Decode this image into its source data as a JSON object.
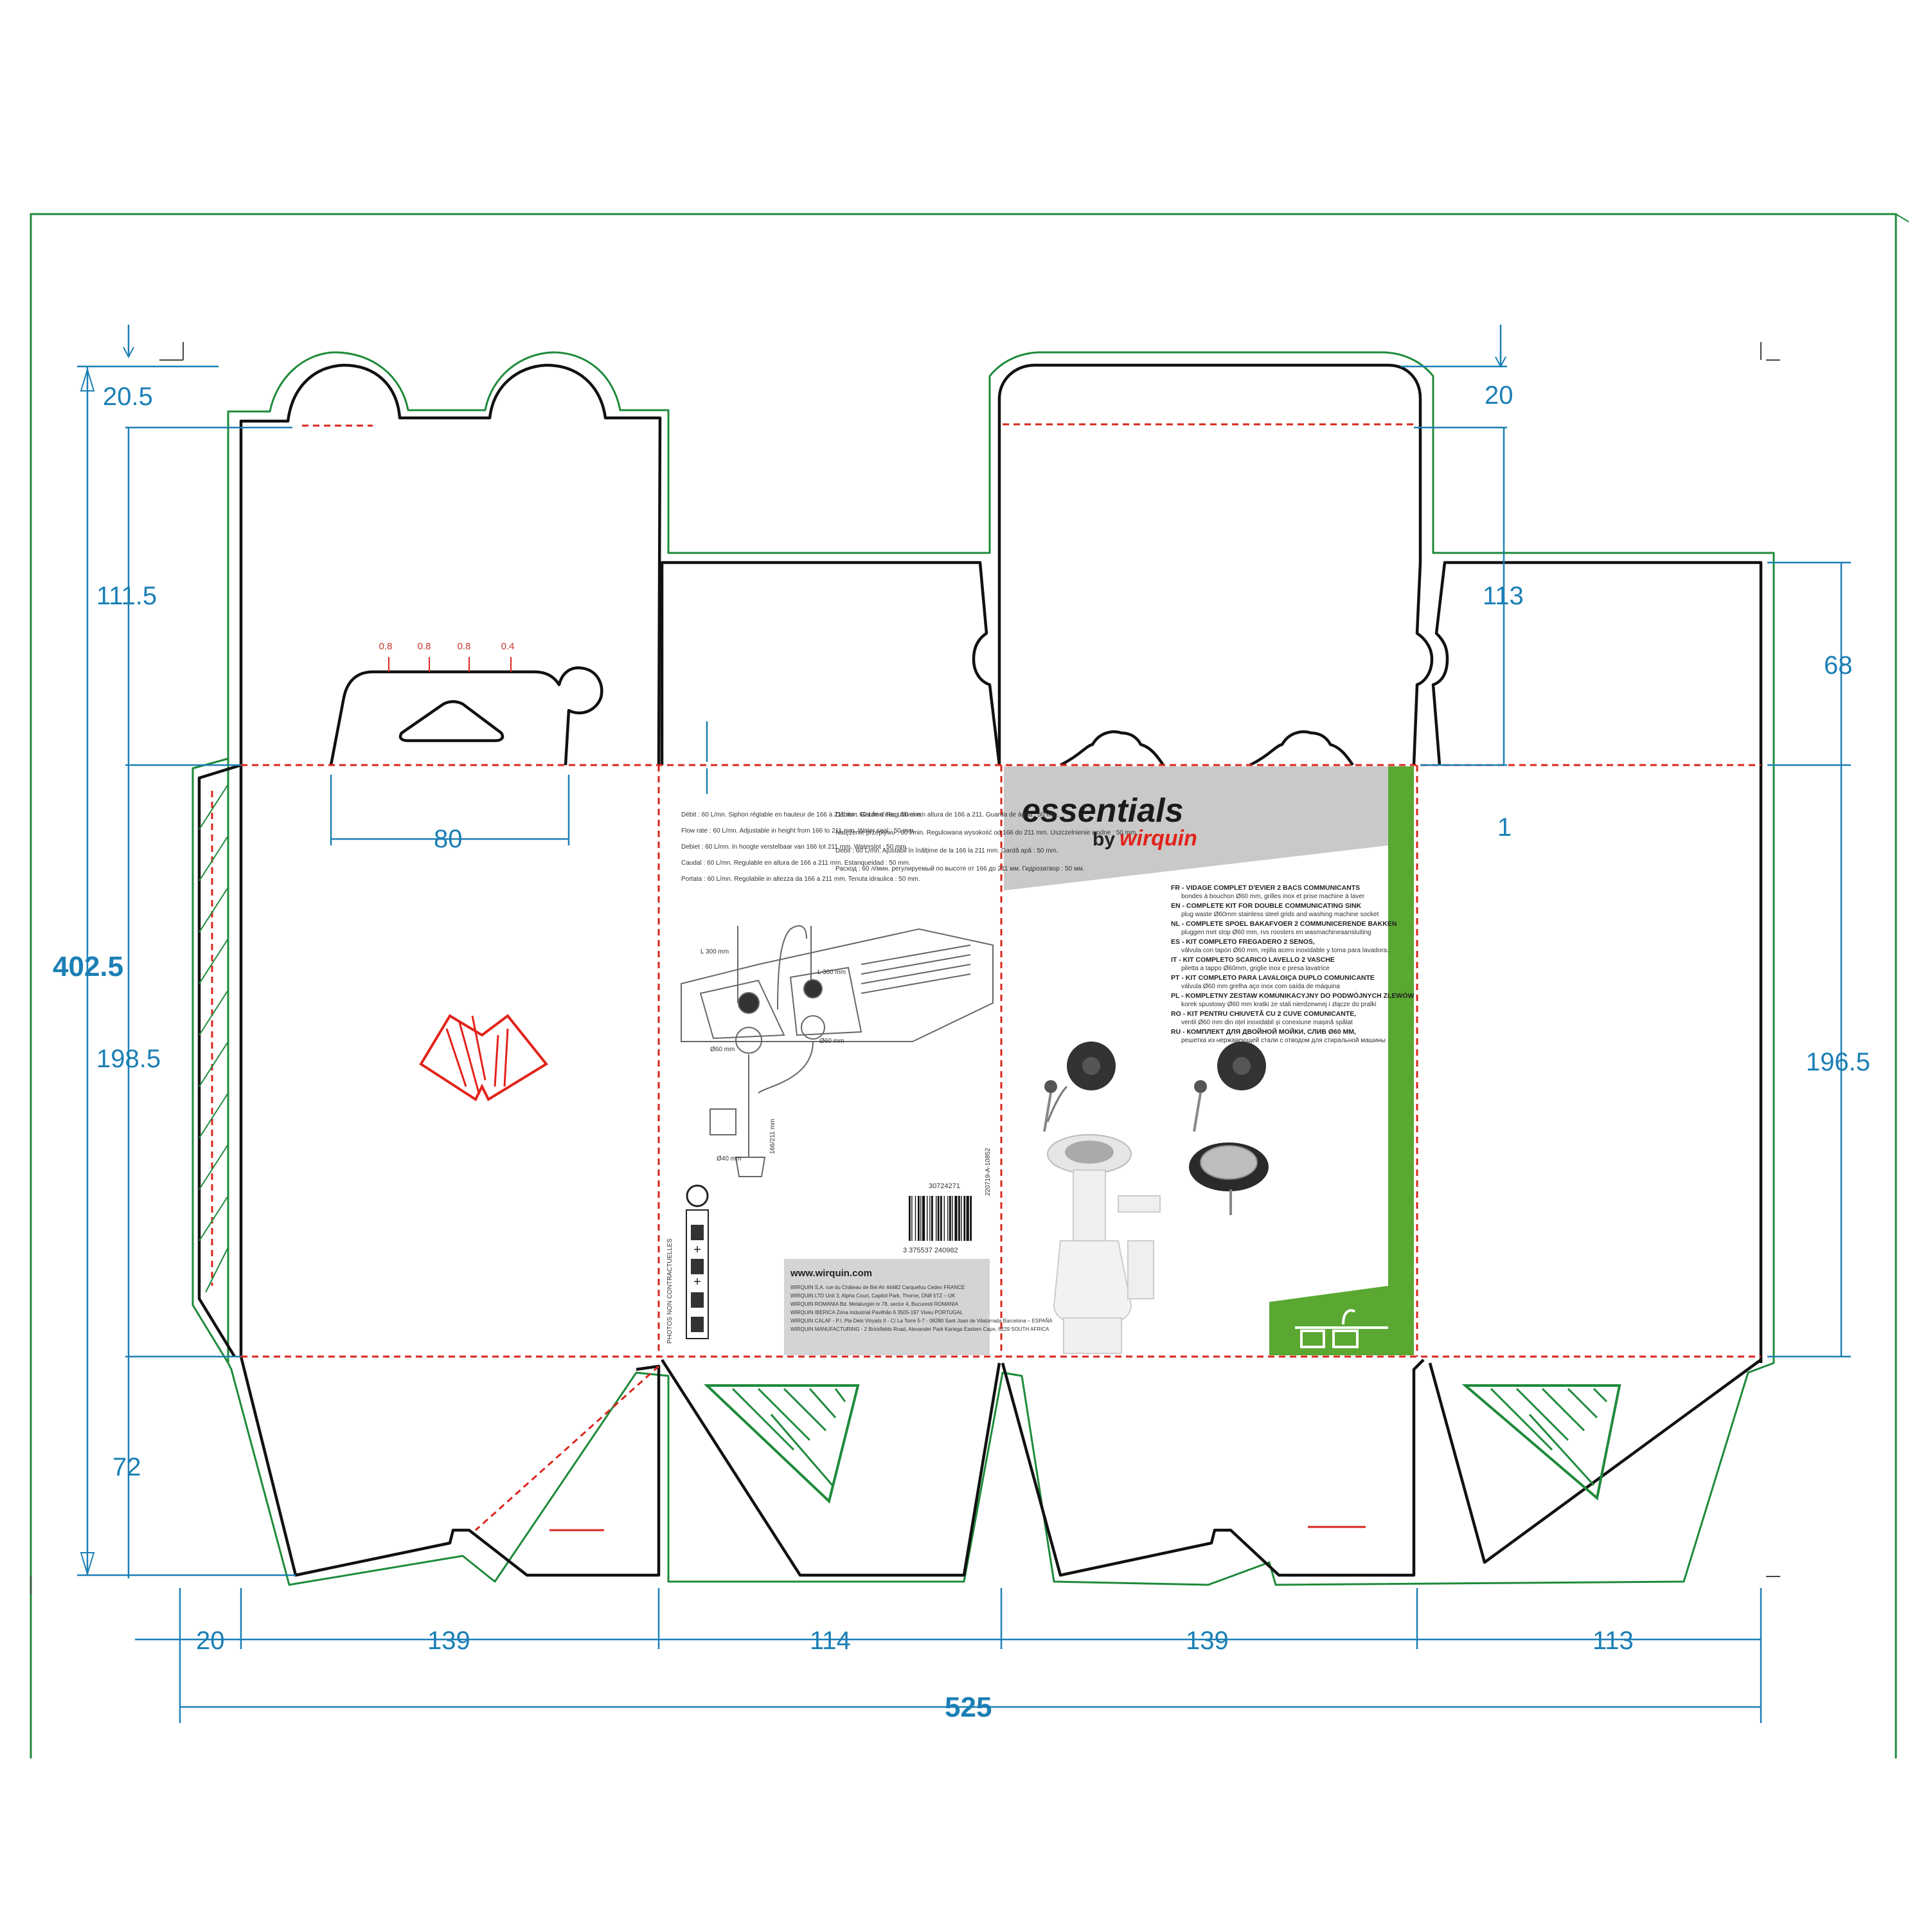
{
  "dimensions": {
    "total_height": "402.5",
    "top_tab_left": "20.5",
    "top_flap_left": "111.5",
    "front_height_left": "198.5",
    "bottom_flap_left": "72",
    "top_tab_right": "20",
    "top_flap_right": "113",
    "right_gap": "1",
    "right_flap": "68",
    "right_height": "196.5",
    "hang_tab_width": "80",
    "glue_flap": "20",
    "panel_1": "139",
    "panel_2": "114",
    "panel_3": "139",
    "panel_4": "113",
    "total_width": "525"
  },
  "hang_tab_ticks": [
    "0.8",
    "0.8",
    "0.8",
    "0.4"
  ],
  "brand": {
    "name": "essentials",
    "by": "by",
    "maker": "wirquin"
  },
  "front_descriptions": [
    {
      "code": "FR",
      "title": "FR - VIDAGE COMPLET D'EVIER 2 BACS COMMUNICANTS",
      "detail": "bondes à bouchon Ø60 mm, grilles inox et prise machine à laver"
    },
    {
      "code": "EN",
      "title": "EN - COMPLETE KIT FOR DOUBLE COMMUNICATING SINK",
      "detail": "plug waste Ø60mm stainless steel grids and washing machine socket"
    },
    {
      "code": "NL",
      "title": "NL - COMPLETE SPOEL BAKAFVOER 2 COMMUNICERENDE BAKKEN",
      "detail": "pluggen met stop Ø60 mm, rvs roosters en wasmachineaansluiting"
    },
    {
      "code": "ES",
      "title": "ES - KIT COMPLETO FREGADERO 2 SENOS,",
      "detail": "válvula con tapón Ø60 mm, rejilla acero inoxidable y toma para lavadora."
    },
    {
      "code": "IT",
      "title": "IT - KIT COMPLETO SCARICO LAVELLO 2 VASCHE",
      "detail": "piletta a tappo Ø60mm, griglie inox e presa lavatrice"
    },
    {
      "code": "PT",
      "title": "PT - KIT COMPLETO PARA LAVALOIÇA DUPLO COMUNICANTE",
      "detail": "válvula Ø60 mm grelha aço inox com saída de máquina"
    },
    {
      "code": "PL",
      "title": "PL - KOMPLETNY ZESTAW KOMUNIKACYJNY DO PODWÓJNYCH ZLEWÓW",
      "detail": "korek spustowy Ø60 mm kratki ze stali nierdzewnej i złącze do pralki"
    },
    {
      "code": "RO",
      "title": "RO - KIT PENTRU CHIUVETĂ CU 2 CUVE COMUNICANTE,",
      "detail": "ventil Ø60 mm din oțel inoxidabil și conexiune mașină spălat"
    },
    {
      "code": "RU",
      "title": "RU - КОМПЛЕКТ ДЛЯ ДВОЙНОЙ МОЙКИ, СЛИВ Ø60 ММ,",
      "detail": "решетка из нержавеющей стали с отводом для стиральной машины"
    }
  ],
  "side_specs_left": [
    {
      "code": "FR",
      "text": "Débit : 60 L/mn. Siphon réglable en hauteur de 166 à 211 mm. Garde d'eau : 50 mm."
    },
    {
      "code": "EN",
      "text": "Flow rate : 60 L/mn. Adjustable in height from 166 to 211 mm. Water seal : 50 mm."
    },
    {
      "code": "NL",
      "text": "Debiet : 60 L/mn. In hoogte verstelbaar van 166 tot 211 mm. Waterslot : 50 mm."
    },
    {
      "code": "ES",
      "text": "Caudal : 60 L/mn. Regulable en altura de 166 a 211 mm. Estanqueidad : 50 mm."
    },
    {
      "code": "IT",
      "text": "Portata : 60 L/mn. Regolabile in altezza da 166 a 211 mm. Tenuta idraulica : 50 mm."
    }
  ],
  "side_specs_right": [
    {
      "code": "PT",
      "text": "Débito : 60 L/mn. Regulável em altura de 166 a 211. Guarda de água : 50 mm."
    },
    {
      "code": "PL",
      "text": "Natężenie przepływu : 60 l/min. Regulowana wysokość od 166 do 211 mm. Uszczelnienie wodne : 50 mm."
    },
    {
      "code": "RO",
      "text": "Debit : 60 L/mn. Ajustabil în înălțime de la 166 la 211 mm. Gardă apă : 50 mm."
    },
    {
      "code": "RU",
      "text": "Расход : 60 л/мин. регулируемый по высоте от 166 до 211 мм. Гидрозатвор : 50 мм."
    }
  ],
  "diagram_labels": {
    "l1": "L 300 mm",
    "l2": "L 300 mm",
    "d60a": "Ø60 mm",
    "d60b": "Ø60 mm",
    "d40": "Ø40 mm",
    "height_range": "166/211 mm"
  },
  "codes": {
    "sku": "30724271",
    "barcode": "3 375537 240982",
    "reference": "220719-A-10852",
    "not_contractual": "PHOTOS NON CONTRACTUELLES"
  },
  "contact": {
    "website": "www.wirquin.com",
    "addresses": [
      "WIRQUIN S.A. rue du Château de Bel Air 44482 Carquefou Cedex FRANCE",
      "WIRQUIN LTD Unit 3, Alpha Court, Capitol Park, Thorne, DN8 5TZ – UK",
      "WIRQUIN ROMANIA Bd. Metalurgiei nr 78, sector 4, Bucuresti ROMANIA",
      "WIRQUIN IBERICA Zona Industrial Pavilhão 6 3505-197 Viseu PORTUGAL",
      "WIRQUIN CALAF - P.I. Pla Dels Vinyats II - C/ La Torre 5-7 - 08280 Sant Joan de Vilatorrada Barcelona – ESPAÑA",
      "WIRQUIN MANUFACTURING - 2 Brickfields Road, Alexander Park Kariega Eastern Cape, 6229 SOUTH AFRICA"
    ]
  },
  "colors": {
    "cut_line": "#111111",
    "bleed_line": "#1e8a3a",
    "fold_line": "#d9261c",
    "dimension": "#1b7fb5",
    "brand_green": "#5aa832",
    "brand_red": "#e2231a"
  }
}
